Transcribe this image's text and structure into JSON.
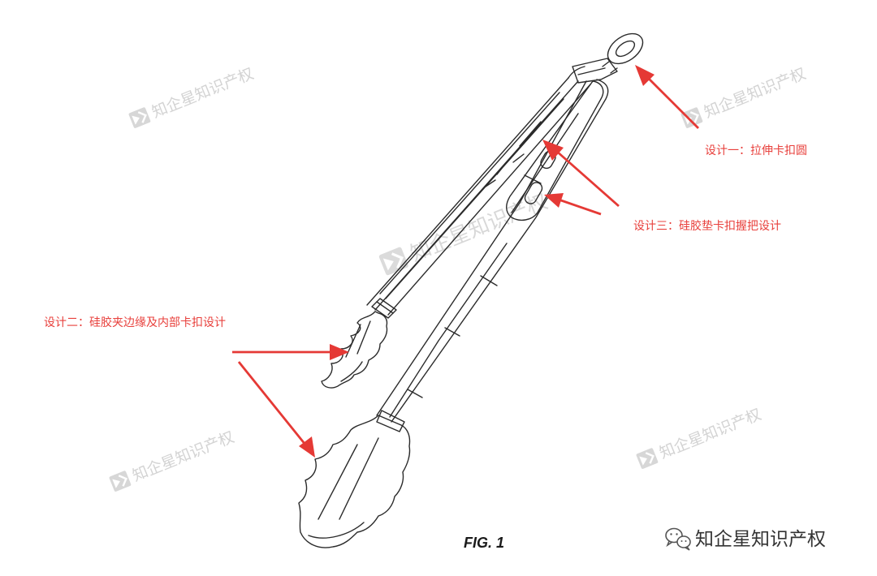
{
  "annotations": {
    "design_one": "设计一：拉伸卡扣圆",
    "design_two": "设计二：硅胶夹边缘及内部卡扣设计",
    "design_three": "设计三：硅胶垫卡扣握把设计"
  },
  "figure_caption": "FIG. 1",
  "watermark": {
    "text": "知企星知识产权",
    "logo_icon": "zqx-logo-icon"
  },
  "footer": {
    "account_name": "知企星知识产权",
    "icon": "wechat-icon"
  },
  "colors": {
    "annotation": "#e8403c",
    "arrow": "#e53935",
    "line_art": "#2b2b2b",
    "watermark": "#cfcfcf"
  }
}
